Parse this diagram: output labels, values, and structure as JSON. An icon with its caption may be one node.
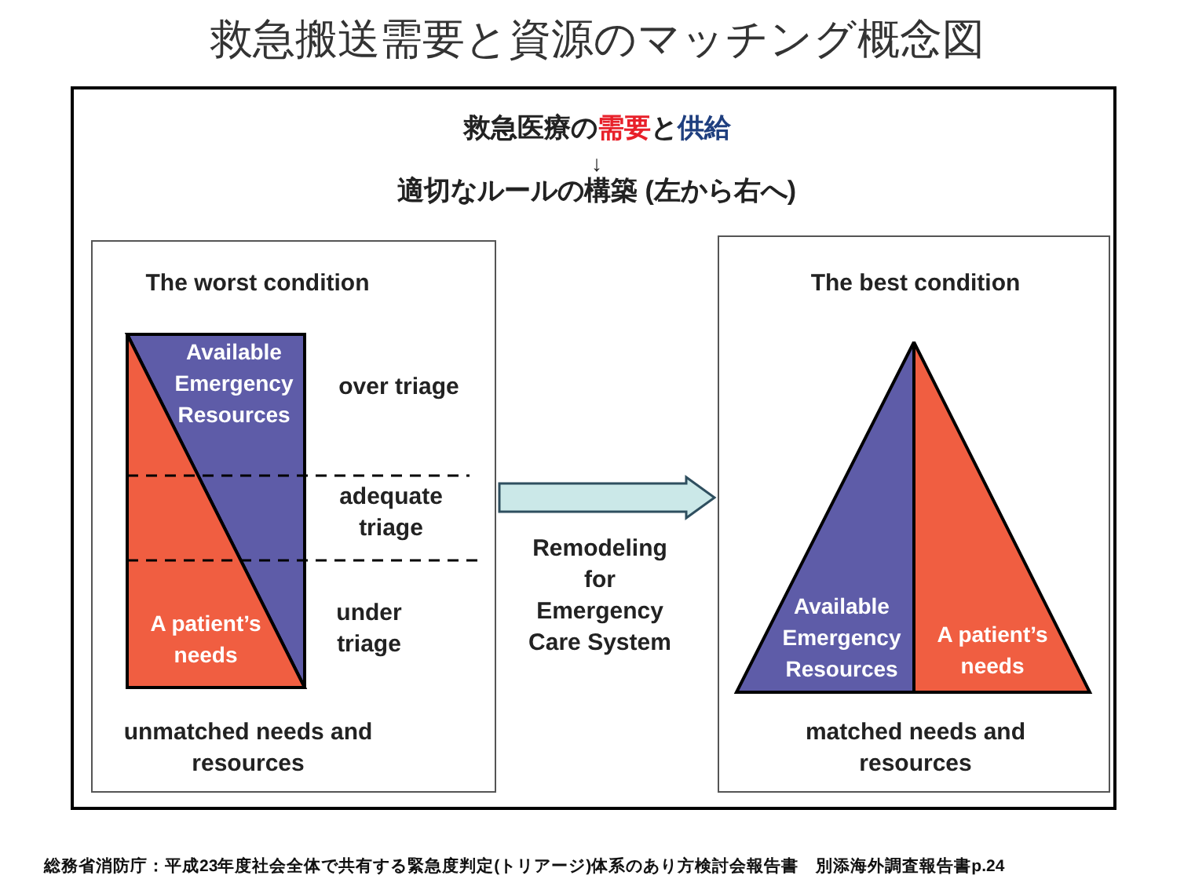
{
  "diagram": {
    "title": "救急搬送需要と資源のマッチング概念図",
    "caption": "総務省消防庁：平成23年度社会全体で共有する緊急度判定(トリアージ)体系のあり方検討会報告書　別添海外調査報告書p.24",
    "nodes": [
      {
        "text": [
          "The worst condition",
          "unmatched needs and resources"
        ]
      },
      {
        "text": [
          "The best condition",
          "matched needs and resources"
        ]
      },
      {
        "text": [
          "Available Emergency Resources"
        ],
        "in": 0
      },
      {
        "text": [
          "A patient’s needs"
        ],
        "in": 0
      },
      {
        "text": [
          "Available Emergency Resources"
        ],
        "in": 1
      },
      {
        "text": [
          "A patient’s needs"
        ],
        "in": 1
      }
    ],
    "edges": [
      {
        "from": 0,
        "to": 1,
        "arrow": "to",
        "label": "Remodeling for Emergency Care System"
      }
    ],
    "labels": [
      "救急医療の",
      "需要",
      "と",
      "供給",
      "↓",
      "適切なルールの構築 (左から右へ)",
      "over triage",
      "adequate triage",
      "under triage"
    ]
  }
}
